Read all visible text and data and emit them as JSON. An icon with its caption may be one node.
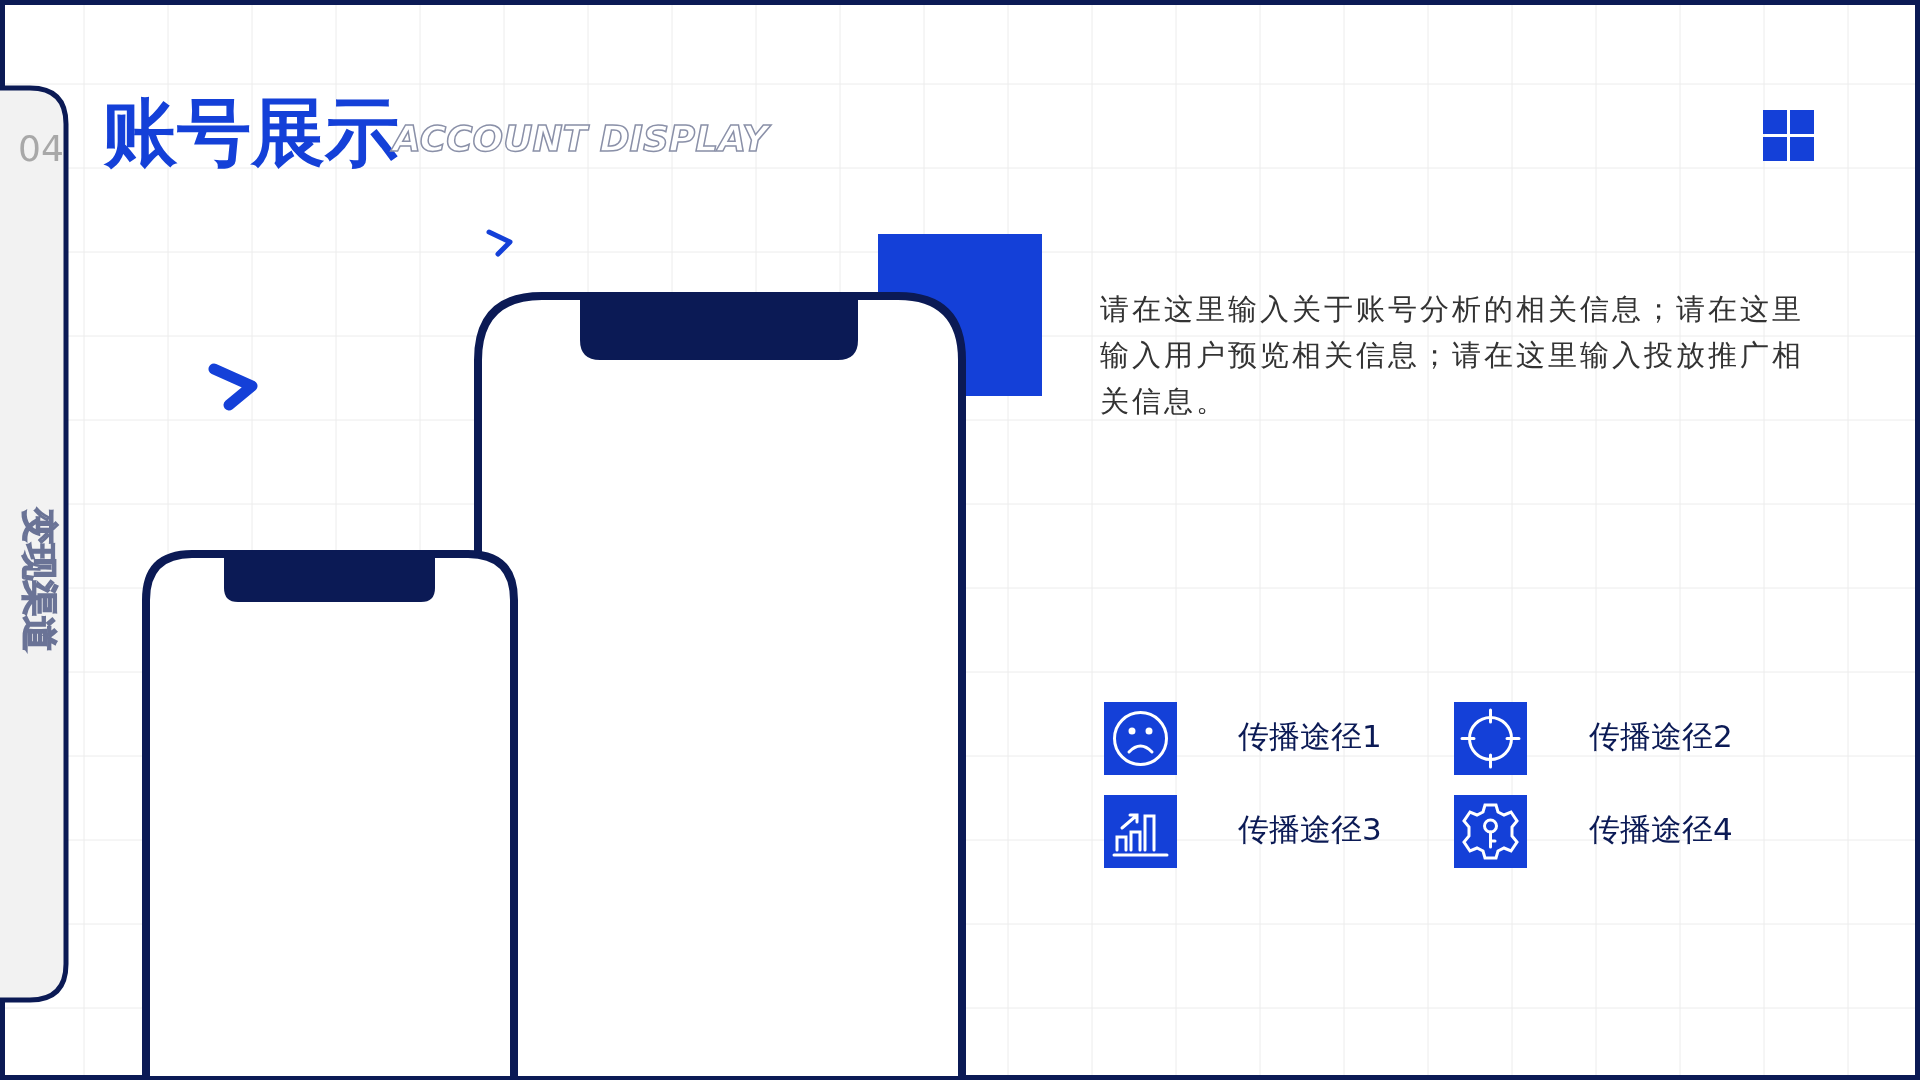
{
  "diagram": {
    "title": "账号展示",
    "labels": [
      "04",
      "变现渠道",
      "ACCOUNT DISPLAY",
      "请在这里输入关于账号分析的相关信息；请在这里输入用户预览相关信息；请在这里输入投放推广相关信息。",
      "传播途径1",
      "传播途径2",
      "传播途径3",
      "传播途径4"
    ]
  }
}
